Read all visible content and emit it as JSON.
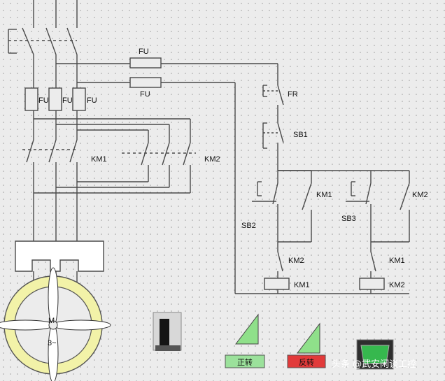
{
  "labels": {
    "fu_top": "FU",
    "fu_bottom": "FU",
    "fu_1": "FU",
    "fu_2": "FU",
    "fu_3": "FU",
    "km1_main": "KM1",
    "km2_main": "KM2",
    "fr": "FR",
    "sb1": "SB1",
    "sb2": "SB2",
    "sb3": "SB3",
    "km1_aux": "KM1",
    "km2_aux": "KM2",
    "km2_interlock": "KM2",
    "km1_interlock": "KM1",
    "km1_coil": "KM1",
    "km2_coil": "KM2",
    "motor_line1": "M",
    "motor_line2": "3~"
  },
  "buttons": {
    "forward": "正转",
    "reverse": "反转"
  },
  "watermark": "头条 @武安闲谈工控",
  "colors": {
    "background": "#ececec",
    "wire": "#4a4a4a",
    "fan_ring": "#f2f2a8",
    "triangle_green": "#8fe08a",
    "forward_button": "#9be19b",
    "reverse_button": "#e23a3a",
    "indicator_green": "#36b84e"
  }
}
